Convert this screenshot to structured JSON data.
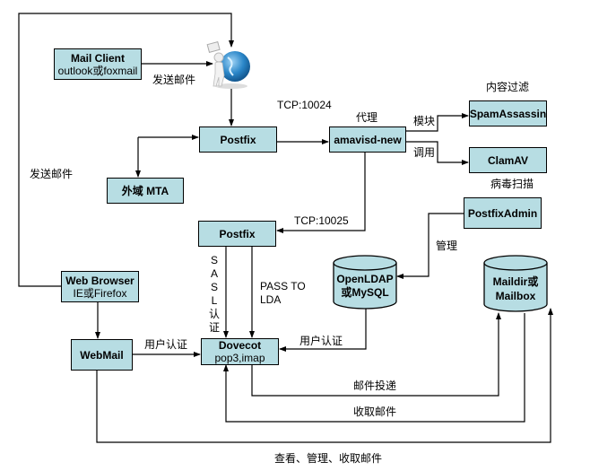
{
  "nodes": {
    "mail_client": {
      "title": "Mail Client",
      "sub": "outlook或foxmail"
    },
    "postfix_top": {
      "title": "Postfix"
    },
    "amavisd": {
      "title": "amavisd-new"
    },
    "spamassassin": {
      "title": "SpamAssassin"
    },
    "clamav": {
      "title": "ClamAV"
    },
    "foreign_mta": {
      "title": "外域 MTA"
    },
    "postfix_bottom": {
      "title": "Postfix"
    },
    "postfixadmin": {
      "title": "PostfixAdmin"
    },
    "openldap": {
      "line1": "OpenLDAP",
      "line2": "或MySQL"
    },
    "maildir": {
      "line1": "Maildir或",
      "line2": "Mailbox"
    },
    "web_browser": {
      "title": "Web Browser",
      "sub": "IE或Firefox"
    },
    "webmail": {
      "title": "WebMail"
    },
    "dovecot": {
      "title": "Dovecot",
      "sub": "pop3,imap"
    }
  },
  "labels": {
    "send_mail_1": "发送邮件",
    "send_mail_2": "发送邮件",
    "tcp_10024": "TCP:10024",
    "proxy": "代理",
    "module": "模块",
    "invoke": "调用",
    "content_filter": "内容过滤",
    "virus_scan": "病毒扫描",
    "tcp_10025": "TCP:10025",
    "manage": "管理",
    "sasl": [
      "S",
      "A",
      "S",
      "L",
      "认",
      "证"
    ],
    "pass_to_lda_1": "PASS TO",
    "pass_to_lda_2": "LDA",
    "user_auth_1": "用户认证",
    "user_auth_2": "用户认证",
    "mail_delivery": "邮件投递",
    "fetch_mail": "收取邮件",
    "view_manage_fetch": "查看、管理、收取邮件"
  },
  "colors": {
    "box_fill": "#b7dde3",
    "line": "#000000"
  }
}
